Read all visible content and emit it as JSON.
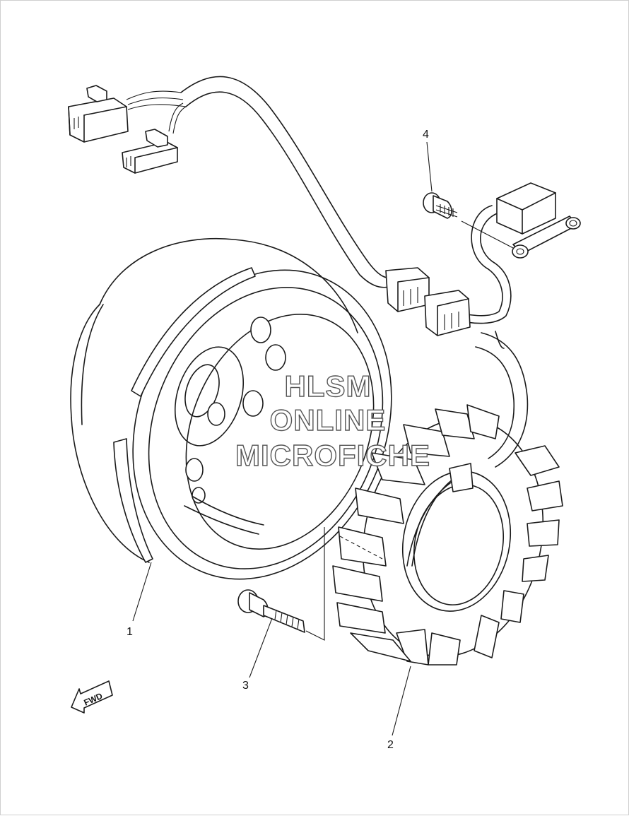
{
  "callouts": {
    "part_1": "1",
    "part_2": "2",
    "part_3": "3",
    "part_4": "4"
  },
  "watermark": {
    "line1": "HLSM",
    "line2": "ONLINE",
    "line3": "MICROFICHE"
  },
  "direction_marker": "FWD",
  "colors": {
    "line": "#1a1a1a",
    "background": "#ffffff",
    "watermark_outline": "#555555"
  }
}
